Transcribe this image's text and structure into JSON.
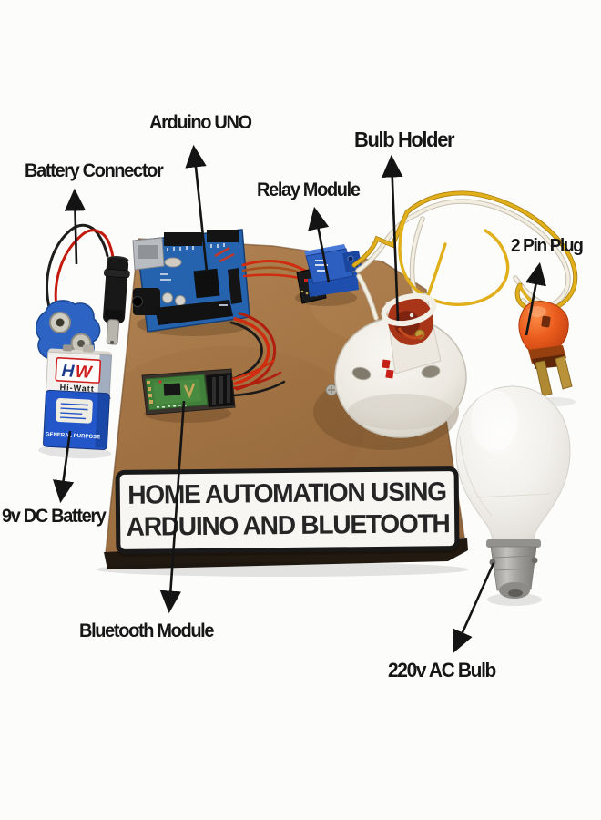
{
  "scene": {
    "background": "#fcfcfb",
    "description": "Annotated photo of a home automation demo board with Arduino and Bluetooth"
  },
  "labels": {
    "battery_connector": "Battery Connector",
    "arduino_uno": "Arduino UNO",
    "relay_module": "Relay Module",
    "bulb_holder": "Bulb Holder",
    "two_pin_plug": "2 Pin Plug",
    "nine_v_dc_battery": "9v DC Battery",
    "bluetooth_module": "Bluetooth Module",
    "ac_bulb": "220v AC Bulb"
  },
  "sign": {
    "line1": "HOME AUTOMATION USING",
    "line2": "ARDUINO AND BLUETOOTH"
  },
  "battery": {
    "brand_h": "H",
    "brand_w": "W",
    "brand_sub": "Hi-Watt",
    "footer": "GENERAL PURPOSE"
  },
  "colors": {
    "board_brown": "#a87846",
    "arduino_blue": "#2563ae",
    "relay_blue": "#2d5fc0",
    "bluetooth_green": "#41803b",
    "battery_blue": "#2356c8",
    "plug_orange": "#ea5c1d",
    "wire_yellow": "#d8a818",
    "wire_red": "#d02c10",
    "label_text": "#161616"
  }
}
